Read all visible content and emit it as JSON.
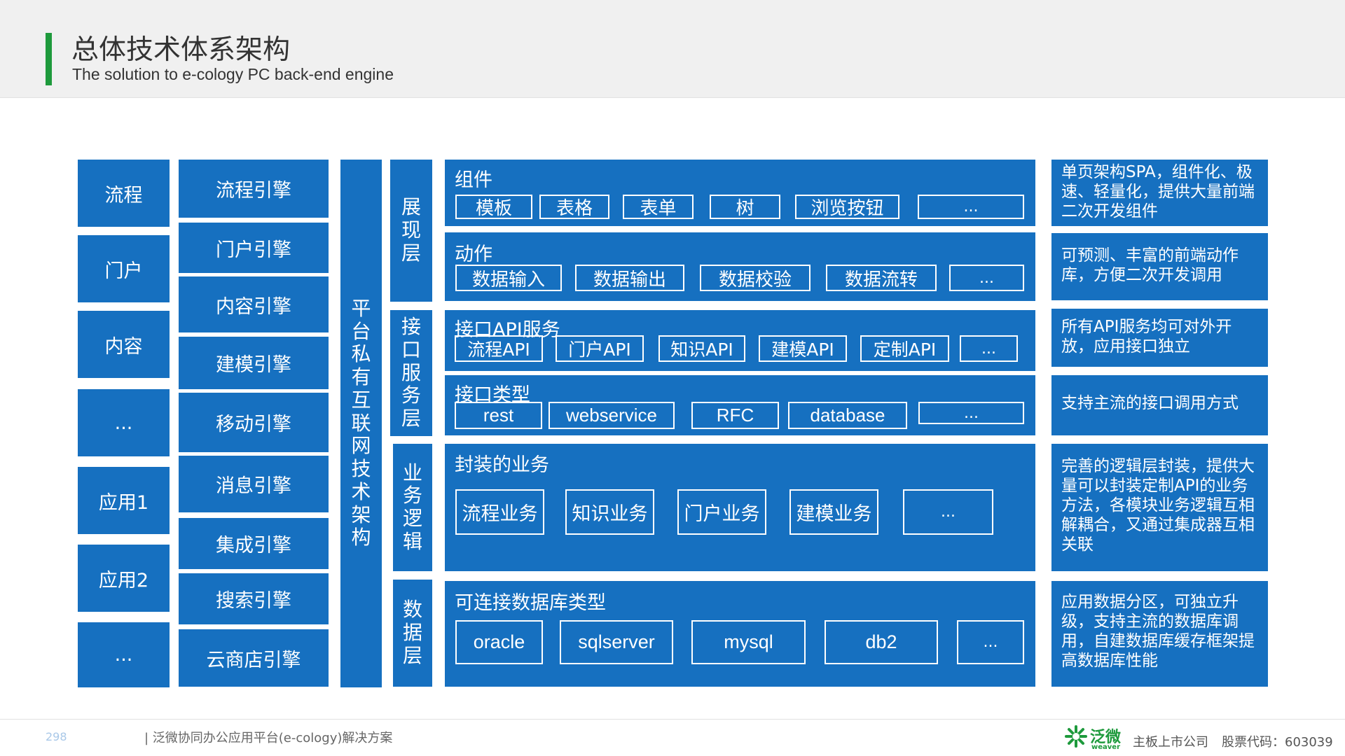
{
  "header": {
    "title": "总体技术体系架构",
    "subtitle": "The solution to e-cology PC back-end engine"
  },
  "left_column": [
    "流程",
    "门户",
    "内容",
    "...",
    "应用1",
    "应用2",
    "..."
  ],
  "engines": [
    "流程引擎",
    "门户引擎",
    "内容引擎",
    "建模引擎",
    "移动引擎",
    "消息引擎",
    "集成引擎",
    "搜索引擎",
    "云商店引擎"
  ],
  "platform_label": [
    "平",
    "台",
    "私",
    "有",
    "互",
    "联",
    "网",
    "技",
    "术",
    "架",
    "构"
  ],
  "layers": [
    [
      "展",
      "现",
      "层"
    ],
    [
      "接",
      "口",
      "服",
      "务",
      "层"
    ],
    [
      "业",
      "务",
      "逻",
      "辑"
    ],
    [
      "数",
      "据",
      "层"
    ]
  ],
  "panels": {
    "components": {
      "title": "组件",
      "items": [
        "模板",
        "表格",
        "表单",
        "树",
        "浏览按钮",
        "..."
      ]
    },
    "actions": {
      "title": "动作",
      "items": [
        "数据输入",
        "数据输出",
        "数据校验",
        "数据流转",
        "..."
      ]
    },
    "api": {
      "title": "接口API服务",
      "items": [
        "流程API",
        "门户API",
        "知识API",
        "建模API",
        "定制API",
        "..."
      ]
    },
    "interface_types": {
      "title": "接口类型",
      "items": [
        "rest",
        "webservice",
        "RFC",
        "database",
        "..."
      ]
    },
    "business": {
      "title": "封装的业务",
      "items": [
        "流程业务",
        "知识业务",
        "门户业务",
        "建模业务",
        "..."
      ]
    },
    "databases": {
      "title": "可连接数据库类型",
      "items": [
        "oracle",
        "sqlserver",
        "mysql",
        "db2",
        "..."
      ]
    }
  },
  "descriptions": [
    "单页架构SPA，组件化、极速、轻量化，提供大量前端二次开发组件",
    "可预测、丰富的前端动作库，方便二次开发调用",
    "所有API服务均可对外开放，应用接口独立",
    "支持主流的接口调用方式",
    "完善的逻辑层封装，提供大量可以封装定制API的业务方法，各模块业务逻辑互相解耦合，又通过集成器互相关联",
    "应用数据分区，可独立升级，支持主流的数据库调用，自建数据库缓存框架提高数据库性能"
  ],
  "footer": {
    "page_number": "298",
    "solution_text": "| 泛微协同办公应用平台(e-cology)解决方案",
    "logo_cn": "泛微",
    "logo_en": "weaver",
    "listed": "主板上市公司",
    "stock_code": "股票代码：603039"
  },
  "colors": {
    "primary_blue": "#1670c0",
    "accent_green": "#1e9a3c"
  }
}
